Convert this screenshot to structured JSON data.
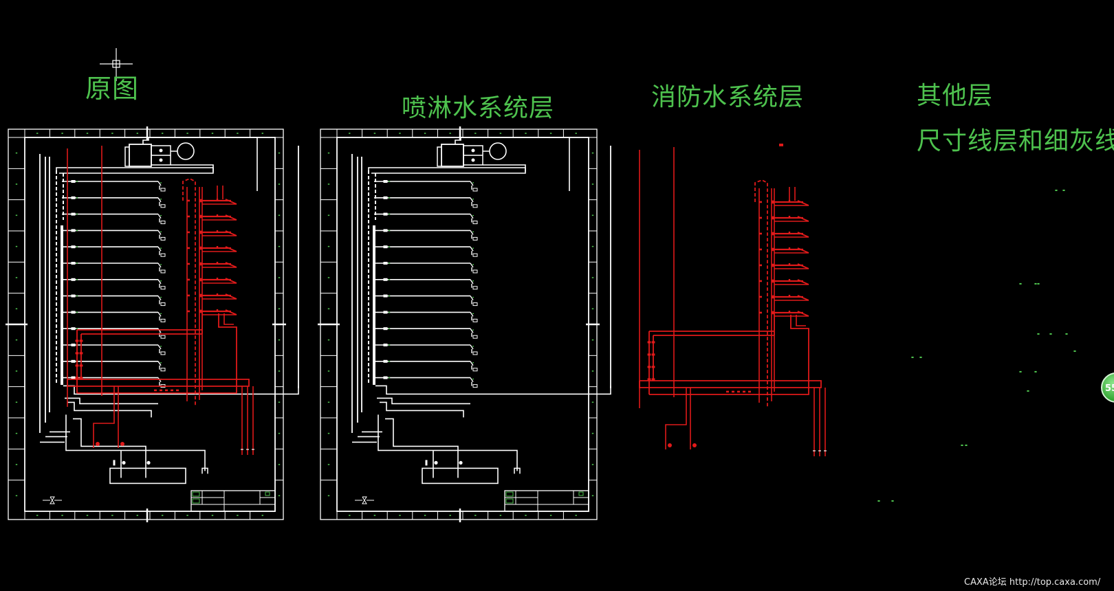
{
  "labels": {
    "original": "原图",
    "sprinkler_layer": "喷淋水系统层",
    "fire_layer": "消防水系统层",
    "other_layer": "其他层",
    "dimension_layer": "尺寸线层和细灰线层"
  },
  "watermark": "CAXA论坛 http://top.caxa.com/",
  "badge": "55",
  "colors": {
    "background": "#000000",
    "frame": "#ffffff",
    "sprinkler_pipe": "#ffffff",
    "fire_pipe": "#e01a1a",
    "annotation": "#4ec24e"
  },
  "drawing": {
    "floors": 13,
    "fire_outlet_floors": 8,
    "panels": [
      {
        "name": "original",
        "layers": [
          "sprinkler",
          "fire",
          "frame"
        ]
      },
      {
        "name": "sprinkler",
        "layers": [
          "sprinkler",
          "frame"
        ]
      },
      {
        "name": "fire",
        "layers": [
          "fire"
        ]
      },
      {
        "name": "other",
        "layers": [
          "marks"
        ]
      }
    ]
  }
}
